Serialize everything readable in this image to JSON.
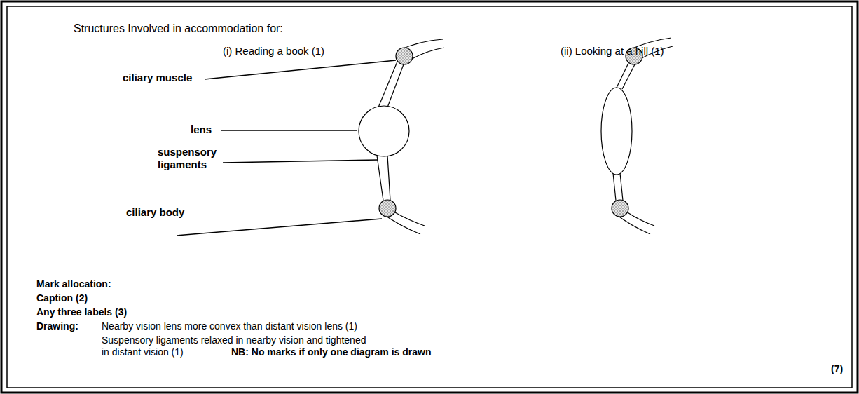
{
  "diagram": {
    "title": "Structures Involved in accommodation for:",
    "labels": [
      "(i) Reading a book (1)",
      "(ii) Looking at a hill (1)",
      "ciliary muscle",
      "lens",
      "suspensory ligaments",
      "ciliary body",
      "Mark allocation:",
      "Caption (2)",
      "Any three labels (3)",
      "Drawing:",
      "Nearby vision lens more convex than distant vision lens (1)",
      "Suspensory ligaments relaxed in nearby vision and tightened in distant vision (1)",
      "NB: No marks if only one diagram is drawn",
      "(7)"
    ]
  }
}
